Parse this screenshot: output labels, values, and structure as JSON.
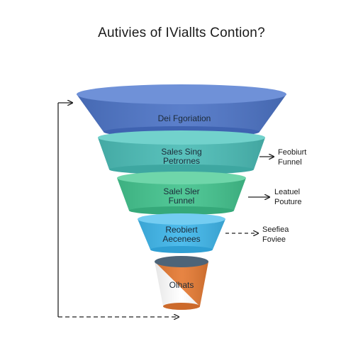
{
  "title": "Autivies of IViallts Contion?",
  "tiers": [
    {
      "lines": [
        "Dei Fgoriation"
      ],
      "color": "#4d74c6"
    },
    {
      "lines": [
        "Sales Sing",
        "Petrornes"
      ],
      "color": "#4bbcb6"
    },
    {
      "lines": [
        "Salel Sler",
        "Funnel"
      ],
      "color": "#43c38e"
    },
    {
      "lines": [
        "Reobiert",
        "Aecenees"
      ],
      "color": "#3fb6ea"
    },
    {
      "lines": [
        "Olhats"
      ],
      "color": "#e57a33"
    }
  ],
  "side_labels": [
    {
      "lines": [
        "Feobiurt",
        "Funnel"
      ]
    },
    {
      "lines": [
        "Leatuel",
        "Pouture"
      ]
    },
    {
      "lines": [
        "Seefiea",
        "Foviee"
      ]
    }
  ]
}
